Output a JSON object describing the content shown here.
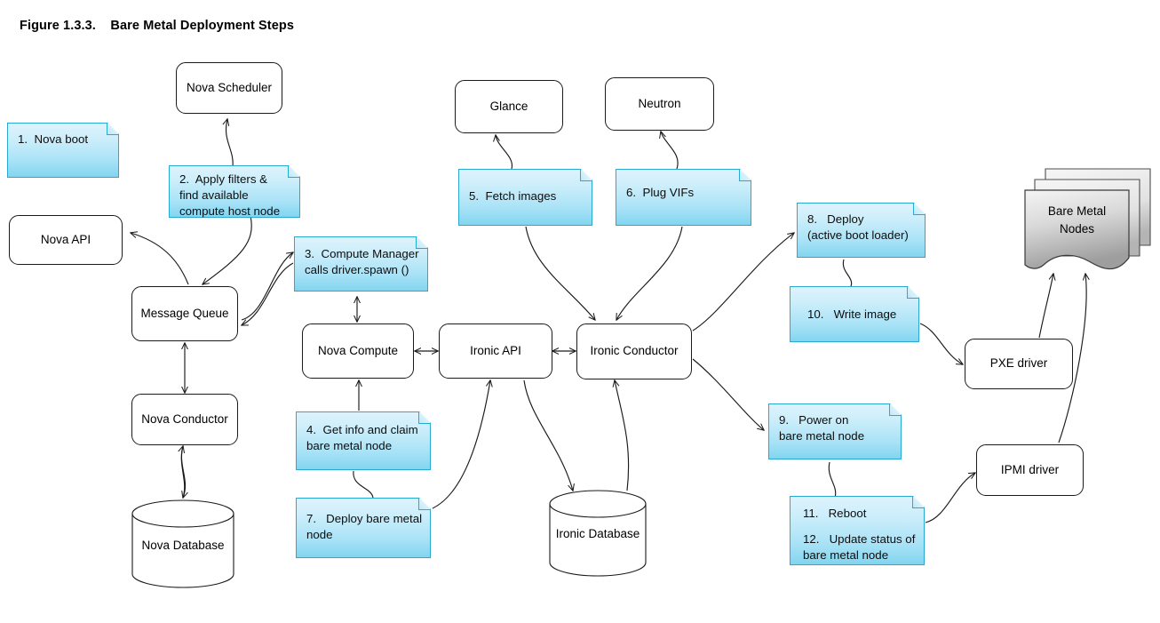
{
  "figure": {
    "label": "Figure 1.3.3.",
    "title": "Bare Metal Deployment Steps",
    "heading": "Figure 1.3.3.    Bare Metal Deployment Steps"
  },
  "colors": {
    "note_fill_top": "#ddf3fc",
    "note_fill_bottom": "#82d5f0",
    "note_border": "#2aa8d4",
    "node_border": "#1a1a1a",
    "node_fill": "#ffffff",
    "stack_fill_top": "#f2f2f2",
    "stack_fill_bottom": "#a8a8a8",
    "edge": "#1a1a1a"
  },
  "nodes": [
    {
      "id": "nova-scheduler",
      "label": "Nova Scheduler"
    },
    {
      "id": "nova-api",
      "label": "Nova API"
    },
    {
      "id": "message-queue",
      "label": "Message Queue"
    },
    {
      "id": "nova-conductor",
      "label": "Nova Conductor"
    },
    {
      "id": "nova-compute",
      "label": "Nova Compute"
    },
    {
      "id": "glance",
      "label": "Glance"
    },
    {
      "id": "neutron",
      "label": "Neutron"
    },
    {
      "id": "ironic-api",
      "label": "Ironic API"
    },
    {
      "id": "ironic-conductor",
      "label": "Ironic Conductor"
    },
    {
      "id": "pxe-driver",
      "label": "PXE driver"
    },
    {
      "id": "ipmi-driver",
      "label": "IPMI driver"
    }
  ],
  "databases": [
    {
      "id": "nova-database",
      "label": "Nova Database"
    },
    {
      "id": "ironic-database",
      "label": "Ironic Database"
    }
  ],
  "stacks": [
    {
      "id": "bare-metal-nodes",
      "line1": "Bare Metal",
      "line2": "Nodes"
    }
  ],
  "steps": [
    {
      "n": "1",
      "id": "step-1",
      "lines": [
        "1.  Nova boot"
      ]
    },
    {
      "n": "2",
      "id": "step-2",
      "lines": [
        "2.  Apply filters &",
        "find available",
        "compute host node"
      ]
    },
    {
      "n": "3",
      "id": "step-3",
      "lines": [
        "3.  Compute Manager",
        "calls driver.spawn ()"
      ]
    },
    {
      "n": "4",
      "id": "step-4",
      "lines": [
        "4.  Get info and claim",
        "bare metal node"
      ]
    },
    {
      "n": "5",
      "id": "step-5",
      "lines": [
        "5.  Fetch images"
      ]
    },
    {
      "n": "6",
      "id": "step-6",
      "lines": [
        "6.  Plug VIFs"
      ]
    },
    {
      "n": "7",
      "id": "step-7",
      "lines": [
        "7.   Deploy bare metal",
        "node"
      ]
    },
    {
      "n": "8",
      "id": "step-8",
      "lines": [
        "8.   Deploy",
        "(active boot loader)"
      ]
    },
    {
      "n": "9",
      "id": "step-9",
      "lines": [
        "9.   Power on",
        "bare metal node"
      ]
    },
    {
      "n": "10",
      "id": "step-10",
      "lines": [
        "10.   Write image"
      ]
    },
    {
      "n": "11",
      "id": "step-11-12",
      "lines": [
        "11.   Reboot",
        "",
        "12.   Update status of",
        "bare metal node"
      ]
    }
  ],
  "step_text": {
    "s1_l1": "1.  Nova boot",
    "s2_l1": "2.  Apply filters &",
    "s2_l2": "find available",
    "s2_l3": "compute host node",
    "s3_l1": "3.  Compute Manager",
    "s3_l2": "calls driver.spawn ()",
    "s4_l1": "4.  Get info and claim",
    "s4_l2": "bare metal node",
    "s5_l1": "5.  Fetch images",
    "s6_l1": "6.  Plug VIFs",
    "s7_l1": "7.   Deploy bare metal",
    "s7_l2": "node",
    "s8_l1": "8.   Deploy",
    "s8_l2": "(active boot loader)",
    "s9_l1": "9.   Power on",
    "s9_l2": "bare metal node",
    "s10_l1": "10.   Write image",
    "s11_l1": "11.   Reboot",
    "s12_l1": "12.   Update status of",
    "s12_l2": "bare metal node"
  },
  "node_text": {
    "nova_scheduler": "Nova Scheduler",
    "nova_api": "Nova API",
    "message_queue": "Message Queue",
    "nova_conductor": "Nova Conductor",
    "nova_compute": "Nova Compute",
    "glance": "Glance",
    "neutron": "Neutron",
    "ironic_api": "Ironic API",
    "ironic_conductor": "Ironic Conductor",
    "pxe_driver": "PXE driver",
    "ipmi_driver": "IPMI driver",
    "nova_database": "Nova Database",
    "ironic_database": "Ironic Database",
    "bare_metal_l1": "Bare Metal",
    "bare_metal_l2": "Nodes"
  }
}
